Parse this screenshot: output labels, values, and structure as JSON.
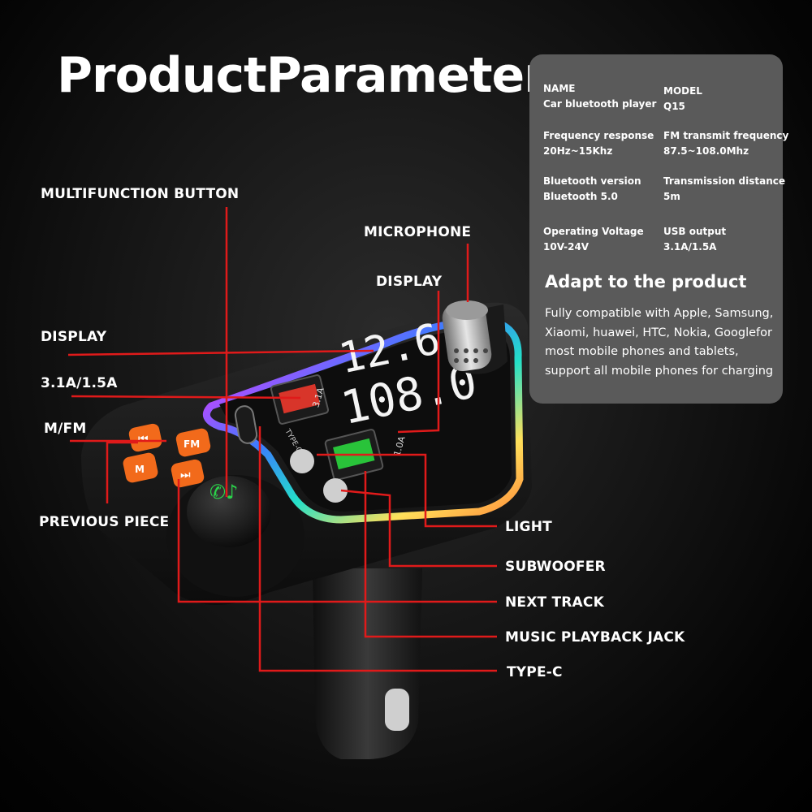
{
  "title": "ProductParameterS",
  "specs": [
    {
      "label": "NAME",
      "value": "Car bluetooth player"
    },
    {
      "label": "MODEL",
      "value": "Q15"
    },
    {
      "label": "Frequency response",
      "value": "20Hz~15Khz"
    },
    {
      "label": "FM transmit frequency",
      "value": "87.5~108.0Mhz"
    },
    {
      "label": "Bluetooth version",
      "value": "Bluetooth 5.0"
    },
    {
      "label": "Transmission distance",
      "value": "5m"
    },
    {
      "label": "Operating Voltage",
      "value": "10V-24V"
    },
    {
      "label": "USB output",
      "value": "3.1A/1.5A"
    }
  ],
  "adapt": {
    "title": "Adapt to the product",
    "lines": [
      "Fully compatible with Apple, Samsung,",
      "Xiaomi, huawei, HTC, Nokia, Googlefor",
      "most mobile phones and tablets,",
      "support all mobile phones for charging"
    ]
  },
  "callouts": {
    "multifunction_button": "MULTIFUNCTION BUTTON",
    "microphone": "MICROPHONE",
    "display_right": "DISPLAY",
    "display_left": "DISPLAY",
    "output": "3.1A/1.5A",
    "mfm": "M/FM",
    "previous_piece": "PREVIOUS PIECE",
    "light": "LIGHT",
    "subwoofer": "SUBWOOFER",
    "next_track": "NEXT TRACK",
    "music_jack": "MUSIC PLAYBACK JACK",
    "type_c": "TYPE-C"
  },
  "device": {
    "display_top": "12.6",
    "display_bottom": "108.0",
    "port_label_1": "3.1A",
    "port_label_2": "1.0A",
    "port_label_typec": "TYPE-C",
    "button_prev": "⏮",
    "button_fm": "FM",
    "button_m": "M",
    "button_next": "⏭"
  },
  "colors": {
    "leader_line": "#e01a1a",
    "button_orange": "#f26a1b",
    "card_bg": "#5a5a5a"
  }
}
